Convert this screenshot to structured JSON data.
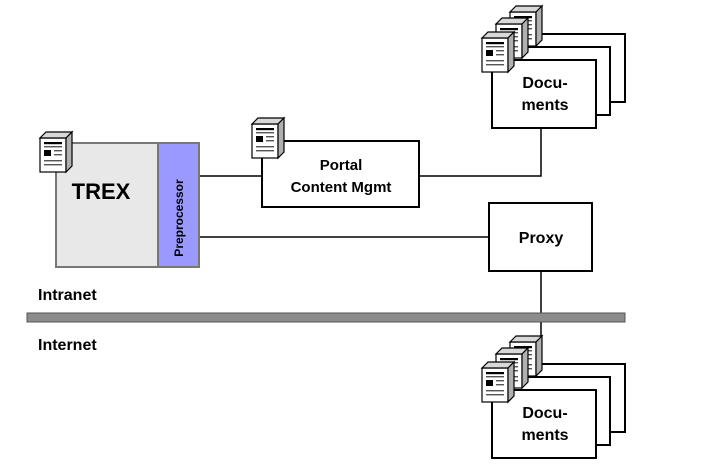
{
  "nodes": {
    "trex": {
      "label": "TREX"
    },
    "preprocessor": {
      "label": "Preprocessor"
    },
    "portal": {
      "line1": "Portal",
      "line2": "Content Mgmt"
    },
    "proxy": {
      "label": "Proxy"
    },
    "documents_intranet": {
      "line1": "Docu-",
      "line2": "ments"
    },
    "documents_internet": {
      "line1": "Docu-",
      "line2": "ments"
    }
  },
  "zones": {
    "intranet": "Intranet",
    "internet": "Internet"
  },
  "icons": {
    "server": "server-icon"
  },
  "colors": {
    "trex_fill": "#e8e8e8",
    "preprocessor_fill": "#9999ff",
    "divider": "#8c8c8c",
    "line": "#000000"
  }
}
